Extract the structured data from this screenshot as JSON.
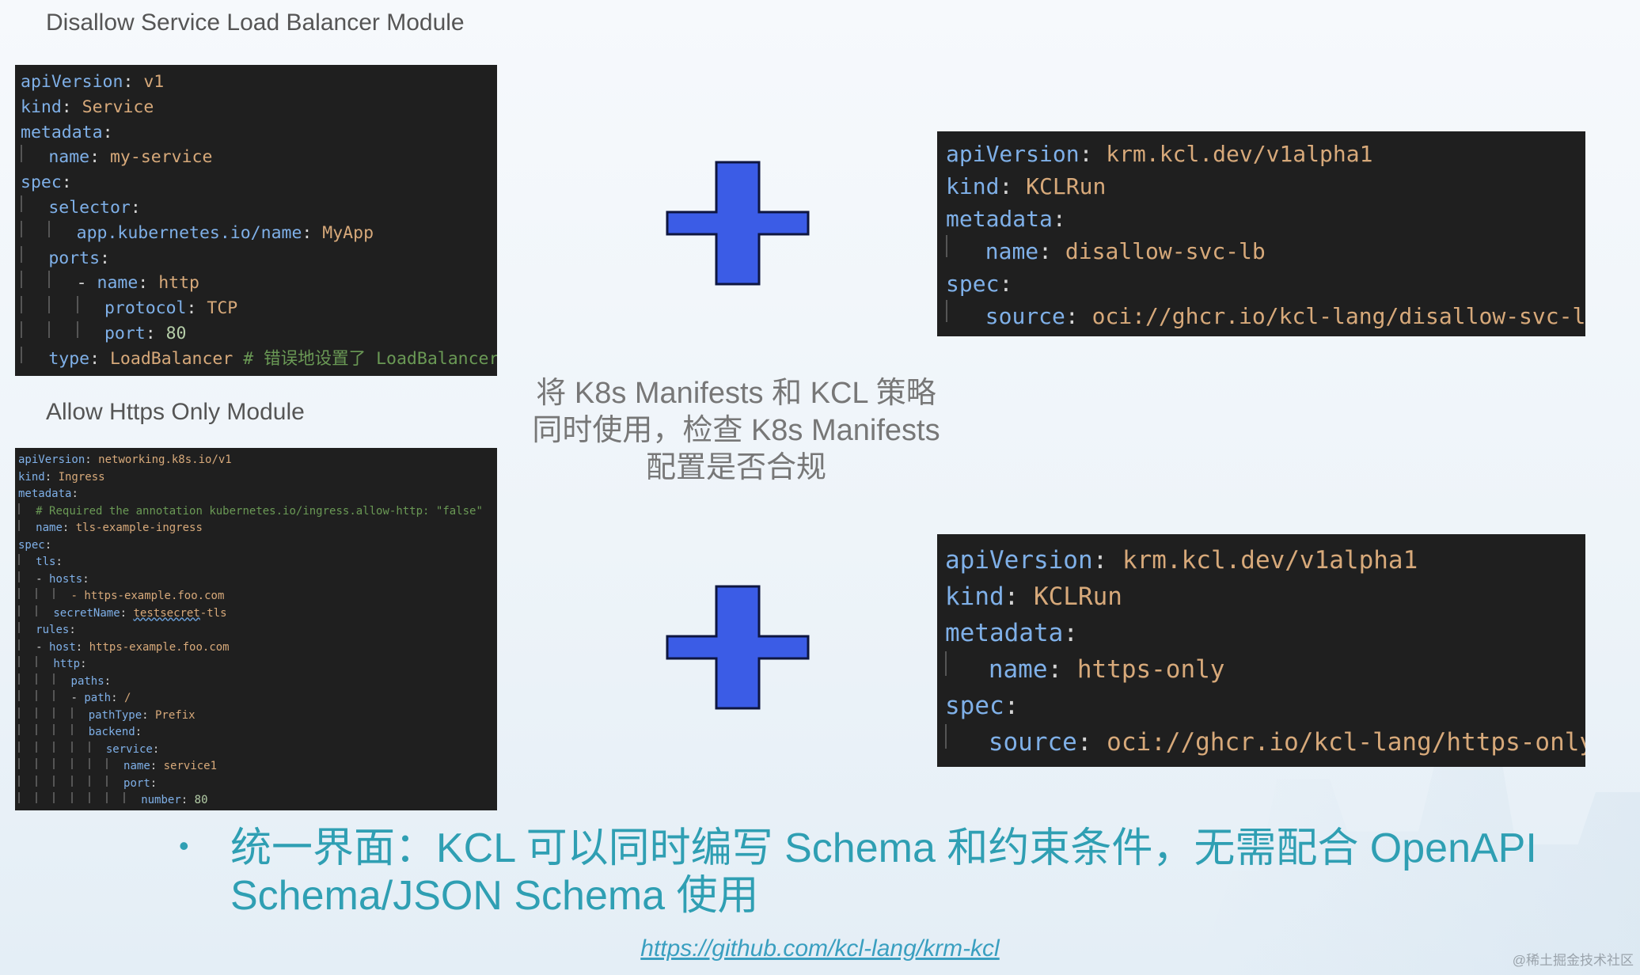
{
  "module1": {
    "title": "Disallow Service Load Balancer Module",
    "code": [
      [
        {
          "t": "apiVersion",
          "c": "k"
        },
        {
          "t": ": ",
          "c": "p"
        },
        {
          "t": "v1",
          "c": "v"
        }
      ],
      [
        {
          "t": "kind",
          "c": "k"
        },
        {
          "t": ": ",
          "c": "p"
        },
        {
          "t": "Service",
          "c": "v"
        }
      ],
      [
        {
          "t": "metadata",
          "c": "k"
        },
        {
          "t": ":",
          "c": "p"
        }
      ],
      [
        {
          "g": 1
        },
        {
          "t": "name",
          "c": "k"
        },
        {
          "t": ": ",
          "c": "p"
        },
        {
          "t": "my-service",
          "c": "v"
        }
      ],
      [
        {
          "t": "spec",
          "c": "k"
        },
        {
          "t": ":",
          "c": "p"
        }
      ],
      [
        {
          "g": 1
        },
        {
          "t": "selector",
          "c": "k"
        },
        {
          "t": ":",
          "c": "p"
        }
      ],
      [
        {
          "g": 2
        },
        {
          "t": "app.kubernetes.io/name",
          "c": "k"
        },
        {
          "t": ": ",
          "c": "p"
        },
        {
          "t": "MyApp",
          "c": "v"
        }
      ],
      [
        {
          "g": 1
        },
        {
          "t": "ports",
          "c": "k"
        },
        {
          "t": ":",
          "c": "p"
        }
      ],
      [
        {
          "g": 2
        },
        {
          "t": "- ",
          "c": "p"
        },
        {
          "t": "name",
          "c": "k"
        },
        {
          "t": ": ",
          "c": "p"
        },
        {
          "t": "http",
          "c": "v"
        }
      ],
      [
        {
          "g": 3
        },
        {
          "t": "protocol",
          "c": "k"
        },
        {
          "t": ": ",
          "c": "p"
        },
        {
          "t": "TCP",
          "c": "v"
        }
      ],
      [
        {
          "g": 3
        },
        {
          "t": "port",
          "c": "k"
        },
        {
          "t": ": ",
          "c": "p"
        },
        {
          "t": "80",
          "c": "n"
        }
      ],
      [
        {
          "g": 1
        },
        {
          "t": "type",
          "c": "k"
        },
        {
          "t": ": ",
          "c": "p"
        },
        {
          "t": "LoadBalancer ",
          "c": "v"
        },
        {
          "t": "# 错误地设置了 LoadBalancer",
          "c": "c"
        }
      ]
    ]
  },
  "module2": {
    "title": "Allow Https Only Module",
    "code": [
      [
        {
          "t": "apiVersion",
          "c": "k"
        },
        {
          "t": ": ",
          "c": "p"
        },
        {
          "t": "networking.k8s.io/v1",
          "c": "v"
        }
      ],
      [
        {
          "t": "kind",
          "c": "k"
        },
        {
          "t": ": ",
          "c": "p"
        },
        {
          "t": "Ingress",
          "c": "v"
        }
      ],
      [
        {
          "t": "metadata",
          "c": "k"
        },
        {
          "t": ":",
          "c": "p"
        }
      ],
      [
        {
          "g": 1
        },
        {
          "t": "# Required the annotation kubernetes.io/ingress.allow-http: \"false\"",
          "c": "c"
        }
      ],
      [
        {
          "g": 1
        },
        {
          "t": "name",
          "c": "k"
        },
        {
          "t": ": ",
          "c": "p"
        },
        {
          "t": "tls-example-ingress",
          "c": "v"
        }
      ],
      [
        {
          "t": "spec",
          "c": "k"
        },
        {
          "t": ":",
          "c": "p"
        }
      ],
      [
        {
          "g": 1
        },
        {
          "t": "tls",
          "c": "k"
        },
        {
          "t": ":",
          "c": "p"
        }
      ],
      [
        {
          "g": 1
        },
        {
          "t": "- ",
          "c": "p"
        },
        {
          "t": "hosts",
          "c": "k"
        },
        {
          "t": ":",
          "c": "p"
        }
      ],
      [
        {
          "g": 3
        },
        {
          "t": "- https-example.foo.com",
          "c": "v"
        }
      ],
      [
        {
          "g": 2
        },
        {
          "t": "secretName",
          "c": "k"
        },
        {
          "t": ": ",
          "c": "p"
        },
        {
          "t": "testsecret",
          "c": "v",
          "sq": 1
        },
        {
          "t": "-tls",
          "c": "v"
        }
      ],
      [
        {
          "g": 1
        },
        {
          "t": "rules",
          "c": "k"
        },
        {
          "t": ":",
          "c": "p"
        }
      ],
      [
        {
          "g": 1
        },
        {
          "t": "- ",
          "c": "p"
        },
        {
          "t": "host",
          "c": "k"
        },
        {
          "t": ": ",
          "c": "p"
        },
        {
          "t": "https-example.foo.com",
          "c": "v"
        }
      ],
      [
        {
          "g": 2
        },
        {
          "t": "http",
          "c": "k"
        },
        {
          "t": ":",
          "c": "p"
        }
      ],
      [
        {
          "g": 3
        },
        {
          "t": "paths",
          "c": "k"
        },
        {
          "t": ":",
          "c": "p"
        }
      ],
      [
        {
          "g": 3
        },
        {
          "t": "- ",
          "c": "p"
        },
        {
          "t": "path",
          "c": "k"
        },
        {
          "t": ": ",
          "c": "p"
        },
        {
          "t": "/",
          "c": "v"
        }
      ],
      [
        {
          "g": 4
        },
        {
          "t": "pathType",
          "c": "k"
        },
        {
          "t": ": ",
          "c": "p"
        },
        {
          "t": "Prefix",
          "c": "v"
        }
      ],
      [
        {
          "g": 4
        },
        {
          "t": "backend",
          "c": "k"
        },
        {
          "t": ":",
          "c": "p"
        }
      ],
      [
        {
          "g": 5
        },
        {
          "t": "service",
          "c": "k"
        },
        {
          "t": ":",
          "c": "p"
        }
      ],
      [
        {
          "g": 6
        },
        {
          "t": "name",
          "c": "k"
        },
        {
          "t": ": ",
          "c": "p"
        },
        {
          "t": "service1",
          "c": "v"
        }
      ],
      [
        {
          "g": 6
        },
        {
          "t": "port",
          "c": "k"
        },
        {
          "t": ":",
          "c": "p"
        }
      ],
      [
        {
          "g": 7
        },
        {
          "t": "number",
          "c": "k"
        },
        {
          "t": ": ",
          "c": "p"
        },
        {
          "t": "80",
          "c": "n"
        }
      ]
    ]
  },
  "policy1": {
    "code": [
      [
        {
          "t": "apiVersion",
          "c": "k"
        },
        {
          "t": ": ",
          "c": "p"
        },
        {
          "t": "krm.kcl.dev/v1alpha1",
          "c": "v"
        }
      ],
      [
        {
          "t": "kind",
          "c": "k"
        },
        {
          "t": ": ",
          "c": "p"
        },
        {
          "t": "KCLRun",
          "c": "v"
        }
      ],
      [
        {
          "t": "metadata",
          "c": "k"
        },
        {
          "t": ":",
          "c": "p"
        }
      ],
      [
        {
          "g": 1
        },
        {
          "t": "name",
          "c": "k"
        },
        {
          "t": ": ",
          "c": "p"
        },
        {
          "t": "disallow-svc-lb",
          "c": "v"
        }
      ],
      [
        {
          "t": "spec",
          "c": "k"
        },
        {
          "t": ":",
          "c": "p"
        }
      ],
      [
        {
          "g": 1
        },
        {
          "t": "source",
          "c": "k"
        },
        {
          "t": ": ",
          "c": "p"
        },
        {
          "t": "oci://ghcr.io/kcl-lang/disallow-svc-lb",
          "c": "v"
        }
      ]
    ]
  },
  "policy2": {
    "code": [
      [
        {
          "t": "apiVersion",
          "c": "k"
        },
        {
          "t": ": ",
          "c": "p"
        },
        {
          "t": "krm.kcl.dev/v1alpha1",
          "c": "v"
        }
      ],
      [
        {
          "t": "kind",
          "c": "k"
        },
        {
          "t": ": ",
          "c": "p"
        },
        {
          "t": "KCLRun",
          "c": "v"
        }
      ],
      [
        {
          "t": "metadata",
          "c": "k"
        },
        {
          "t": ":",
          "c": "p"
        }
      ],
      [
        {
          "g": 1
        },
        {
          "t": "name",
          "c": "k"
        },
        {
          "t": ": ",
          "c": "p"
        },
        {
          "t": "https-only",
          "c": "v"
        }
      ],
      [
        {
          "t": "spec",
          "c": "k"
        },
        {
          "t": ":",
          "c": "p"
        }
      ],
      [
        {
          "g": 1
        },
        {
          "t": "source",
          "c": "k"
        },
        {
          "t": ": ",
          "c": "p"
        },
        {
          "t": "oci://ghcr.io/kcl-lang/https-only",
          "c": "v"
        }
      ]
    ]
  },
  "center_text": "将 K8s Manifests 和 KCL 策略同时使用，检查 K8s Manifests 配置是否合规",
  "bullet_symbol": "•",
  "bullet_text": "统一界面：KCL 可以同时编写 Schema 和约束条件，无需配合 OpenAPI Schema/JSON Schema 使用",
  "link_text": "https://github.com/kcl-lang/krm-kcl",
  "watermark": "@稀土掘金技术社区",
  "colors": {
    "plus_fill": "#3b5ce6",
    "plus_stroke": "#0e1640",
    "accent_text": "#2f9fb3",
    "link": "#3a9fc0"
  }
}
